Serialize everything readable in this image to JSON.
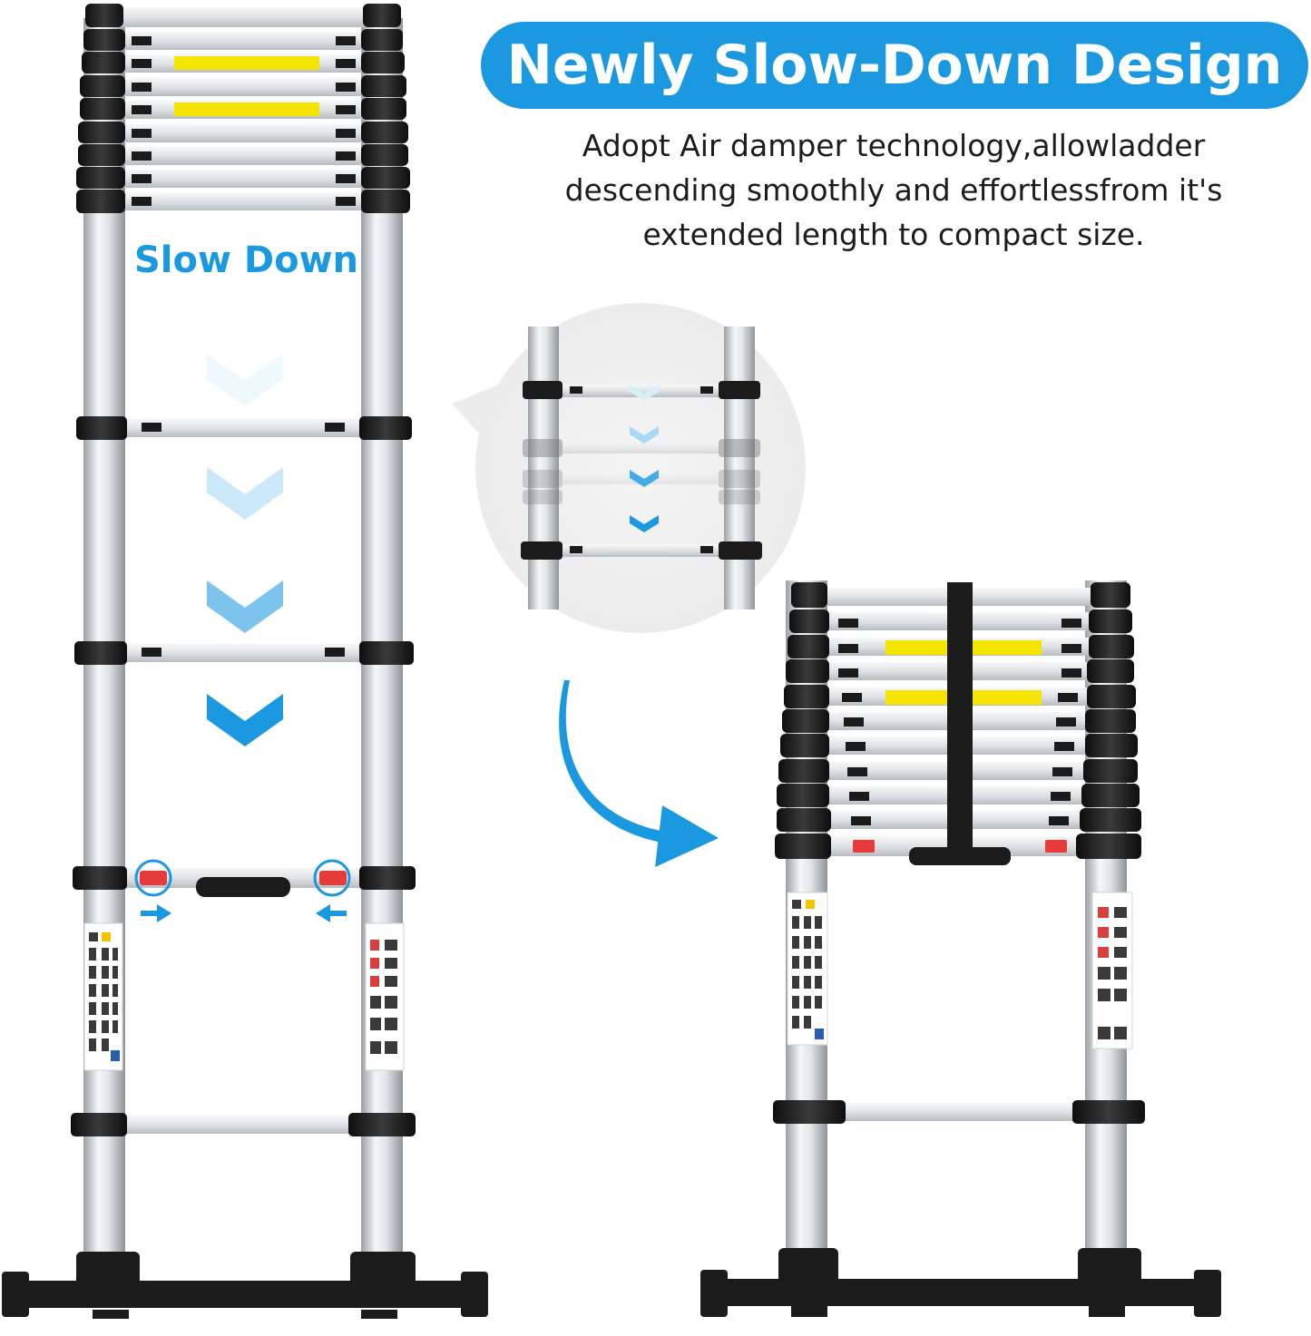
{
  "headline": "Newly Slow-Down Design",
  "description": {
    "line1": "Adopt Air damper technology,allowladder",
    "line2": "descending smoothly and effortlessfrom it's",
    "line3": "extended length to compact size."
  },
  "slow_down_label": "Slow Down",
  "colors": {
    "accent_blue": "#1a98e0",
    "light_blue": "#bfe3f7",
    "ladder_black": "#1b1b1b",
    "ladder_silver": "#d9dde0",
    "warning_yellow": "#f5e400",
    "stop_red": "#e53b3b"
  }
}
